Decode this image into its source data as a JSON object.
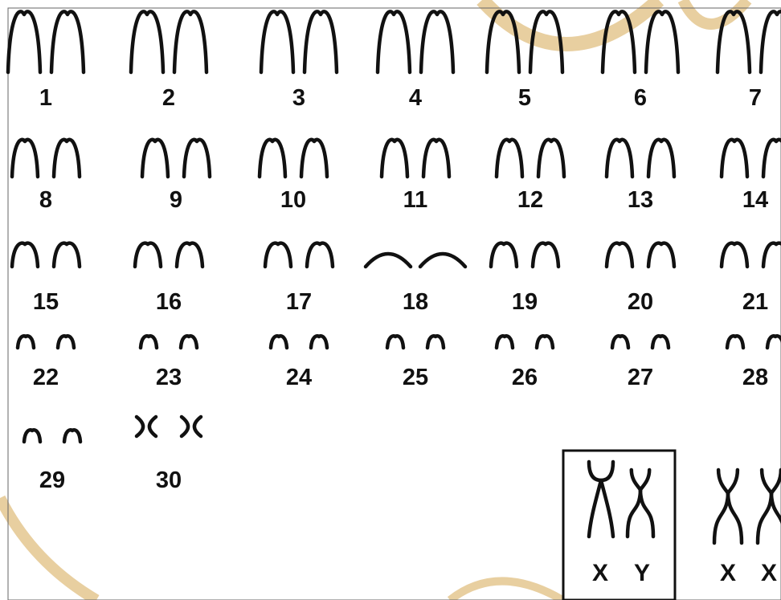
{
  "autosomes": [
    {
      "label": "1",
      "shape": "tall"
    },
    {
      "label": "2",
      "shape": "tall"
    },
    {
      "label": "3",
      "shape": "tall"
    },
    {
      "label": "4",
      "shape": "tall"
    },
    {
      "label": "5",
      "shape": "tall"
    },
    {
      "label": "6",
      "shape": "tall"
    },
    {
      "label": "7",
      "shape": "tall"
    },
    {
      "label": "8",
      "shape": "medium"
    },
    {
      "label": "9",
      "shape": "medium"
    },
    {
      "label": "10",
      "shape": "medium"
    },
    {
      "label": "11",
      "shape": "medium"
    },
    {
      "label": "12",
      "shape": "medium"
    },
    {
      "label": "13",
      "shape": "medium"
    },
    {
      "label": "14",
      "shape": "medium"
    },
    {
      "label": "15",
      "shape": "short"
    },
    {
      "label": "16",
      "shape": "short"
    },
    {
      "label": "17",
      "shape": "short"
    },
    {
      "label": "18",
      "shape": "flat"
    },
    {
      "label": "19",
      "shape": "short"
    },
    {
      "label": "20",
      "shape": "short"
    },
    {
      "label": "21",
      "shape": "short"
    },
    {
      "label": "22",
      "shape": "tiny"
    },
    {
      "label": "23",
      "shape": "tiny"
    },
    {
      "label": "24",
      "shape": "tiny"
    },
    {
      "label": "25",
      "shape": "tiny"
    },
    {
      "label": "26",
      "shape": "tiny"
    },
    {
      "label": "27",
      "shape": "tiny"
    },
    {
      "label": "28",
      "shape": "tiny"
    },
    {
      "label": "29",
      "shape": "tiny"
    },
    {
      "label": "30",
      "shape": "cross"
    }
  ],
  "sex_chromosomes": {
    "boxed_pair": [
      "X",
      "Y"
    ],
    "unboxed_pair": [
      "X",
      "X"
    ]
  },
  "colors": {
    "ink": "#111111",
    "background": "#ffffff",
    "watermark": "#e8cfa0"
  }
}
